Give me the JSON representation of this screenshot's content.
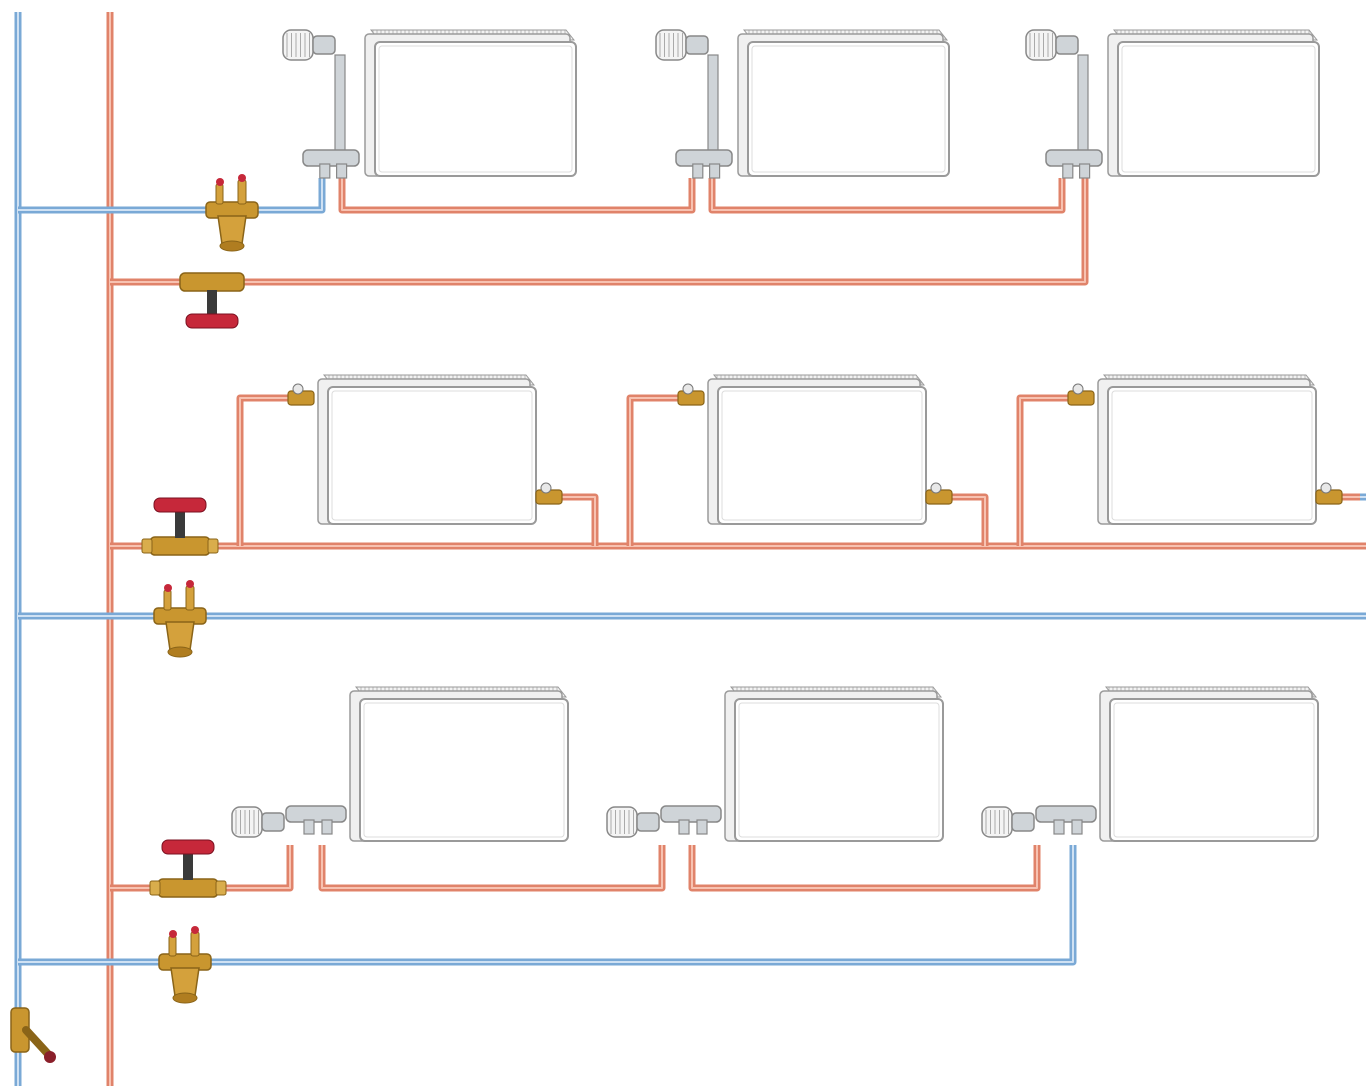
{
  "diagram": {
    "title": "",
    "colors": {
      "supply_pipe": "#e0836a",
      "supply_pipe_core": "#f7c2b1",
      "return_pipe": "#7aa9d6",
      "return_pipe_core": "#cfe1f3",
      "radiator_fill": "#ffffff",
      "radiator_stroke": "#9a9a9a",
      "brass": "#c9962f",
      "brass_dark": "#8a6418",
      "handle_red": "#c6283a",
      "handle_dark": "#3a3a3a",
      "chrome": "#cfd4d8"
    },
    "floors": [
      {
        "name": "floor-top",
        "connection": "bottom-valve-manifold",
        "radiator_count": 3,
        "balancing_valve": "dynamic",
        "shutoff_valve": "ball"
      },
      {
        "name": "floor-middle",
        "connection": "side-valve",
        "radiator_count": 3,
        "balancing_valve": "dynamic",
        "shutoff_valve": "ball"
      },
      {
        "name": "floor-bottom",
        "connection": "thermostatic-head",
        "radiator_count": 3,
        "balancing_valve": "dynamic",
        "shutoff_valve": "ball"
      }
    ],
    "icons": [
      "radiator-icon",
      "thermostatic-valve-icon",
      "ball-valve-icon",
      "balancing-valve-icon",
      "strainer-valve-icon"
    ]
  }
}
